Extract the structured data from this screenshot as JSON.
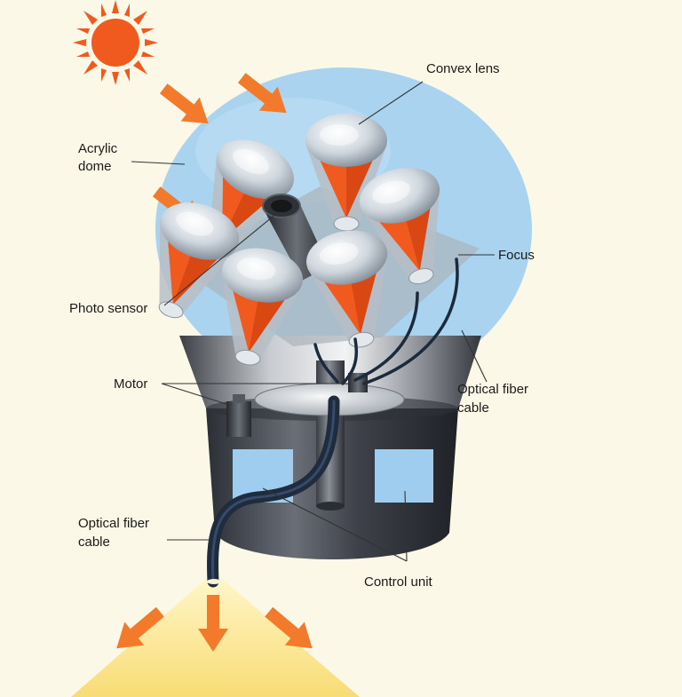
{
  "labels": {
    "convex_lens": "Convex lens",
    "acrylic_dome_l1": "Acrylic",
    "acrylic_dome_l2": "dome",
    "focus": "Focus",
    "photo_sensor": "Photo sensor",
    "motor": "Motor",
    "fiber_right_l1": "Optical fiber",
    "fiber_right_l2": "cable",
    "fiber_left_l1": "Optical fiber",
    "fiber_left_l2": "cable",
    "control_unit": "Control unit"
  },
  "colors": {
    "background": "#fcf8e8",
    "dome": "#a9d3ef",
    "sun": "#f05a1e",
    "arrow": "#f27a2a",
    "cone": "#f05a1e",
    "lens": "#dde4ea",
    "housing": "#4a4d55",
    "window": "#9ecdf0",
    "light_output": "#fbe58a"
  },
  "icons": {
    "sun": "sun-icon",
    "light_arrow": "arrow-icon"
  }
}
